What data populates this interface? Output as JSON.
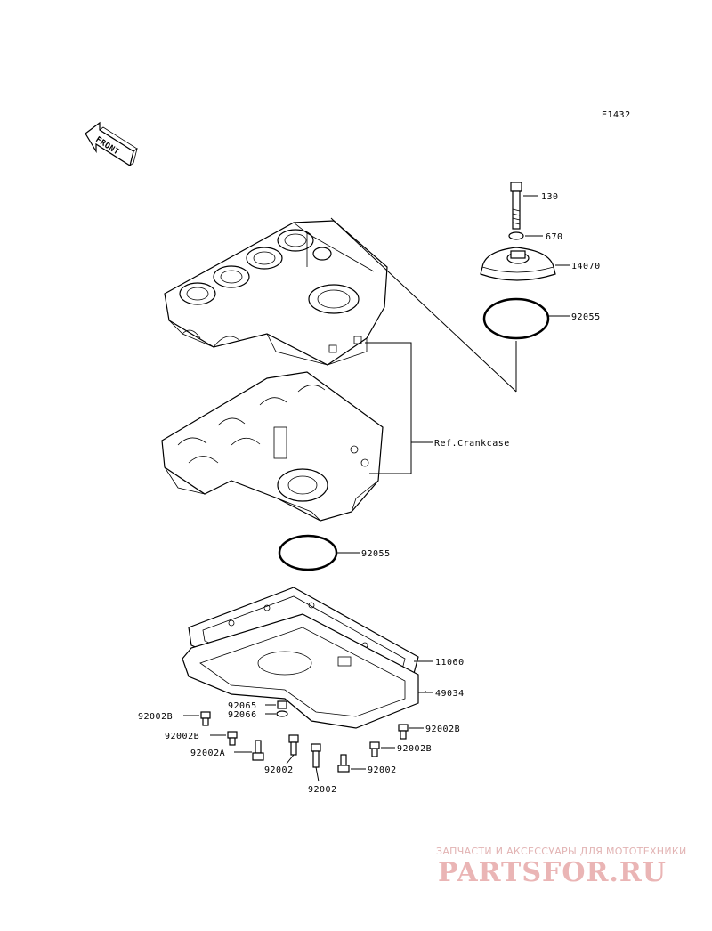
{
  "diagram_code": "E1432",
  "front_label": "FRONT",
  "crankcase_ref": "Ref.Crankcase",
  "parts": {
    "bolt_130": "130",
    "oring_670": "670",
    "cap_14070": "14070",
    "oring_92055_upper": "92055",
    "oring_92055_lower": "92055",
    "gasket_11060": "11060",
    "oilpan_49034": "49034",
    "plug_92065": "92065",
    "washer_92066": "92066",
    "bolt_92002B_1": "92002B",
    "bolt_92002B_2": "92002B",
    "bolt_92002A": "92002A",
    "bolt_92002_1": "92002",
    "bolt_92002_2": "92002",
    "bolt_92002B_3": "92002B",
    "bolt_92002B_4": "92002B",
    "bolt_92002_3": "92002"
  },
  "watermark": {
    "tagline": "ЗАПЧАСТИ И АКСЕССУАРЫ ДЛЯ МОТОТЕХНИКИ",
    "brand": "PARTSFOR.RU"
  }
}
